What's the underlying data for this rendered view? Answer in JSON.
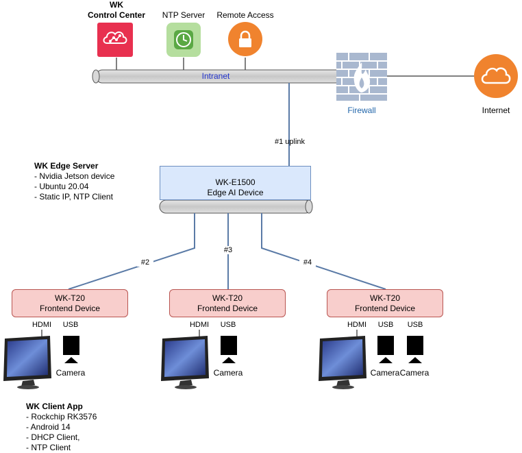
{
  "top": {
    "control_center_title": "WK",
    "control_center_label": "Control Center",
    "ntp_label": "NTP Server",
    "remote_label": "Remote Access",
    "intranet_label": "Intranet",
    "firewall_label": "Firewall",
    "internet_label": "Internet",
    "uplink_label": "#1 uplink"
  },
  "edge_server": {
    "note_title": "WK Edge Server",
    "note_lines": [
      "- Nvidia Jetson device",
      "- Ubuntu 20.04",
      "- Static IP, NTP Client"
    ],
    "device_name": "WK-E1500",
    "device_desc": "Edge AI Device"
  },
  "links": [
    "#2",
    "#3",
    "#4"
  ],
  "frontends": [
    {
      "name": "WK-T20",
      "desc": "Frontend Device",
      "hdmi": "HDMI",
      "usb": [
        "USB"
      ],
      "cameras": [
        "Camera"
      ]
    },
    {
      "name": "WK-T20",
      "desc": "Frontend Device",
      "hdmi": "HDMI",
      "usb": [
        "USB"
      ],
      "cameras": [
        "Camera"
      ]
    },
    {
      "name": "WK-T20",
      "desc": "Frontend Device",
      "hdmi": "HDMI",
      "usb": [
        "USB",
        "USB"
      ],
      "cameras": [
        "Camera",
        "Camera"
      ]
    }
  ],
  "client_app": {
    "note_title": "WK Client App",
    "note_lines": [
      "- Rockchip RK3576",
      "- Android 14",
      "- DHCP Client,",
      "- NTP Client"
    ]
  },
  "colors": {
    "control_center": "#e8304f",
    "ntp": "#7cc46b",
    "remote": "#f0832e",
    "internet": "#f0832e",
    "pipe": "#d0d0d0",
    "link": "#5a7aa6",
    "intranet_text": "#2233cc",
    "firewall_text": "#2266aa"
  }
}
